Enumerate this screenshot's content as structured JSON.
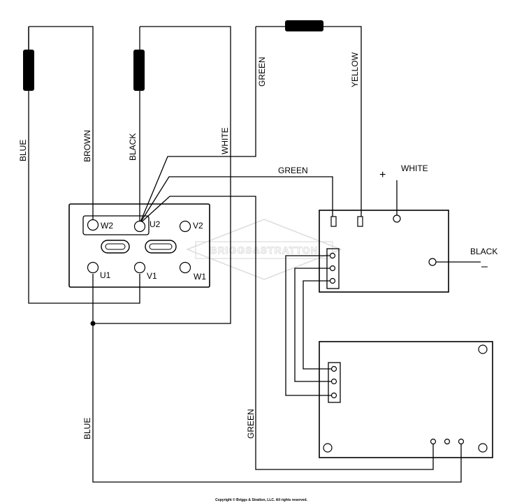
{
  "wire_labels": {
    "blue_top": "BLUE",
    "brown": "BROWN",
    "black_top": "BLACK",
    "white_top": "WHITE",
    "green_top": "GREEN",
    "yellow": "YELLOW",
    "green_mid": "GREEN",
    "white_right": "WHITE",
    "plus": "+",
    "black_right": "BLACK",
    "minus": "–",
    "blue_bottom": "BLUE",
    "green_bottom": "GREEN"
  },
  "terminals": {
    "w2": "W2",
    "u2": "U2",
    "v2": "V2",
    "u1": "U1",
    "v1": "V1",
    "w1": "W1"
  },
  "watermark": "BRIGGS&STRATTON",
  "copyright": "Copyright © Briggs & Stratton, LLC. All rights reserved."
}
